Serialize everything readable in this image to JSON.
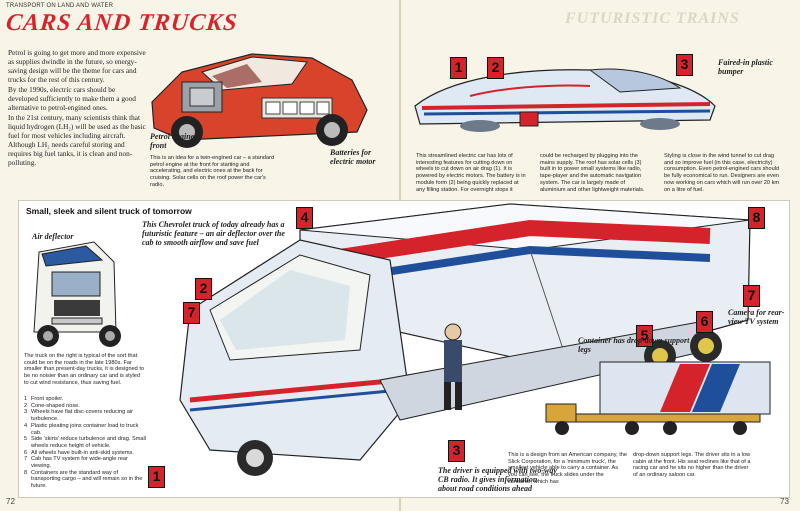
{
  "header": {
    "kicker": "TRANSPORT ON LAND AND WATER",
    "title": "CARS AND TRUCKS",
    "ghost_title": "FUTURISTIC TRAINS"
  },
  "intro_paragraphs": [
    "Petrol is going to get more and more expensive as supplies dwindle in the future, so energy-saving design will be the theme for cars and trucks for the rest of this century.",
    "By the 1990s, electric cars should be developed sufficiently to make them a good alternative to petrol-engined ones.",
    "In the 21st century, many scientists think that liquid hydrogen (LH₂) will be used as the basic fuel for most vehicles including aircraft. Although LH₂ needs careful storing and requires big fuel tanks, it is clean and non-polluting."
  ],
  "labels": {
    "petrol_engine": "Petrol engine at front",
    "batteries": "Batteries for electric motor",
    "faired_bumper": "Faired-in plastic bumper",
    "air_deflector": "Air deflector",
    "chevrolet": "This Chevrolet truck of today already has a futuristic feature – an air deflector over the cab to smooth airflow and save fuel",
    "camera": "Camera for rear-view TV system",
    "support_legs": "Container has drop-down support legs",
    "driver": "The driver is equipped with two-way CB radio. It gives information about road conditions ahead"
  },
  "captions": {
    "hybrid_car": "This is an idea for a twin-engined car – a standard petrol engine at the front for starting and accelerating, and electric ones at the back for cruising. Solar cells on the roof power the car's radio.",
    "streamlined_1": "This streamlined electric car has lots of interesting features for cutting down on wheels to cut down on air drag (1). It is powered by electric motors. The battery is in module form (2) being quickly replaced at any filling station. For overnight stops it",
    "streamlined_2": "could be recharged by plugging into the mains supply. The roof has solar cells (3) built in to power small systems like radio, tape-player and the automatic navigation system. The car is largely made of aluminium and other lightweight materials.",
    "streamlined_3": "Styling is close in the wind tunnel to cut drag and so improve fuel (in this case, electricity) consumption. Even petrol-engined cars should be fully economical to run. Designers are even now working on cars which will run over 20 km on a litre of fuel.",
    "truck_intro": "The truck on the right is typical of the sort that could be on the roads in the late 1980s. Far smaller than present-day trucks, it is designed to be no noisier than an ordinary car and is styled to cut wind resistance, thus saving fuel.",
    "slick_1": "This is a design from an American company, the Slick Corporation, for a 'minimum truck', the smallest vehicle able to carry a container. As you can see, the truck slides under the container, which has",
    "slick_2": "drop-down support legs. The driver sits in a low cabin at the front. His seat reclines like that of a racing car and he sits no higher than the driver of an ordinary saloon car."
  },
  "truck_features": [
    {
      "n": "1",
      "text": "Front spoiler."
    },
    {
      "n": "2",
      "text": "Cone-shaped nose."
    },
    {
      "n": "3",
      "text": "Wheels have flat disc-covers reducing air turbulence."
    },
    {
      "n": "4",
      "text": "Plastic pleating joins container load to truck cab."
    },
    {
      "n": "5",
      "text": "Side 'skirts' reduce turbulence and drag. Small wheels reduce height of vehicle."
    },
    {
      "n": "6",
      "text": "All wheels have built-in anti-skid systems."
    },
    {
      "n": "7",
      "text": "Cab has TV system for wide-angle rear viewing."
    },
    {
      "n": "8",
      "text": "Containers are the standard way of transporting cargo – and will remain so in the future."
    }
  ],
  "panel_title": "Small, sleek and silent truck of tomorrow",
  "markers": [
    "1",
    "2",
    "3",
    "4",
    "5",
    "6",
    "7",
    "8"
  ],
  "folio": {
    "left": "72",
    "right": "73"
  },
  "colors": {
    "accent_red": "#d7242b",
    "marker_red": "#d5232b",
    "truck_blue": "#1f4f9a",
    "car_red": "#d8432c"
  }
}
